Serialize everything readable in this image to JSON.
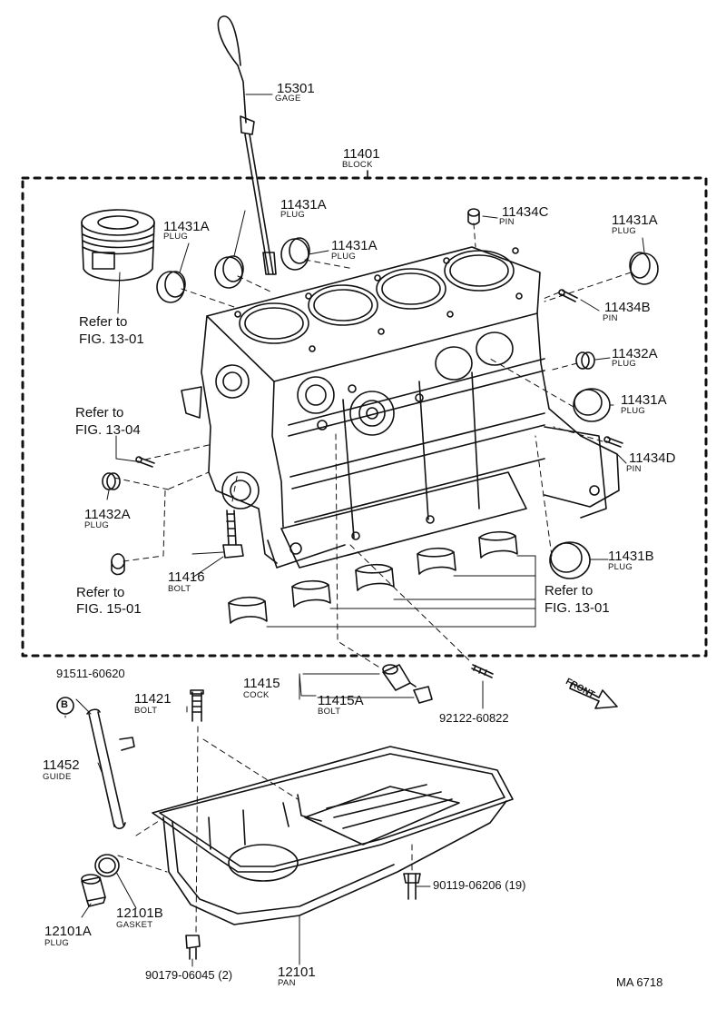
{
  "parts": {
    "gage": {
      "number": "15301",
      "name": "GAGE"
    },
    "block": {
      "number": "11401",
      "name": "BLOCK"
    },
    "plug_a_top": {
      "number": "11431A",
      "name": "PLUG"
    },
    "plug_a_left": {
      "number": "11431A",
      "name": "PLUG"
    },
    "plug_a_mid": {
      "number": "11431A",
      "name": "PLUG"
    },
    "plug_a_right": {
      "number": "11431A",
      "name": "PLUG"
    },
    "plug_a_rear": {
      "number": "11431A",
      "name": "PLUG"
    },
    "pin_c": {
      "number": "11434C",
      "name": "PIN"
    },
    "pin_b": {
      "number": "11434B",
      "name": "PIN"
    },
    "plug_432a_right": {
      "number": "11432A",
      "name": "PLUG"
    },
    "pin_d": {
      "number": "11434D",
      "name": "PIN"
    },
    "plug_431b": {
      "number": "11431B",
      "name": "PLUG"
    },
    "plug_432a_left": {
      "number": "11432A",
      "name": "PLUG"
    },
    "bolt_11416": {
      "number": "11416",
      "name": "BOLT"
    },
    "cock": {
      "number": "11415",
      "name": "COCK"
    },
    "bolt_11415a": {
      "number": "11415A",
      "name": "BOLT"
    },
    "bolt_11421": {
      "number": "11421",
      "name": "BOLT"
    },
    "guide": {
      "number": "11452",
      "name": "GUIDE"
    },
    "gasket": {
      "number": "12101B",
      "name": "GASKET"
    },
    "drain_plug": {
      "number": "12101A",
      "name": "PLUG"
    },
    "pan": {
      "number": "12101",
      "name": "PAN"
    }
  },
  "refs": {
    "piston": [
      "Refer to",
      "FIG. 13-01"
    ],
    "pin_ref": [
      "Refer to",
      "FIG. 13-04"
    ],
    "plug_ref": [
      "Refer to",
      "FIG. 15-01"
    ],
    "bearing_ref": [
      "Refer to",
      "FIG. 13-01"
    ]
  },
  "codes": {
    "stud": "92122-60822",
    "ring": "91511-60620",
    "ring_mark": "B",
    "pan_bolt": "90119-06206 (19)",
    "pan_plug_bolt": "90179-06045 (2)",
    "front": "FRONT",
    "figure_id": "MA 6718"
  }
}
